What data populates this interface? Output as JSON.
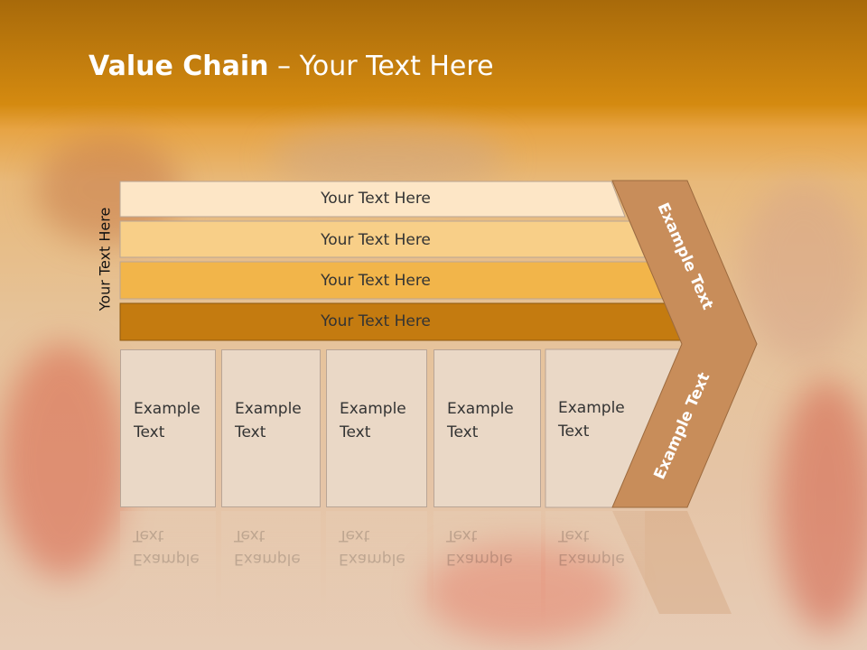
{
  "title": {
    "bold": "Value Chain",
    "rest": " – Your Text Here"
  },
  "side_label": "Your Text Here",
  "bars": [
    {
      "label": "Your Text Here"
    },
    {
      "label": "Your Text Here"
    },
    {
      "label": "Your Text Here"
    },
    {
      "label": "Your Text Here"
    }
  ],
  "boxes": [
    {
      "line1": "Example",
      "line2": "Text"
    },
    {
      "line1": "Example",
      "line2": "Text"
    },
    {
      "line1": "Example",
      "line2": "Text"
    },
    {
      "line1": "Example",
      "line2": "Text"
    },
    {
      "line1": "Example",
      "line2": "Text"
    }
  ],
  "chevron": {
    "top_label": "Example Text",
    "bottom_label": "Example Text"
  },
  "colors": {
    "bar1": "#fde6c6",
    "bar2": "#f8cf88",
    "bar3": "#f2b54a",
    "bar4": "#c47b10",
    "chevron": "#c88d5a",
    "box": "#ead8c6"
  }
}
